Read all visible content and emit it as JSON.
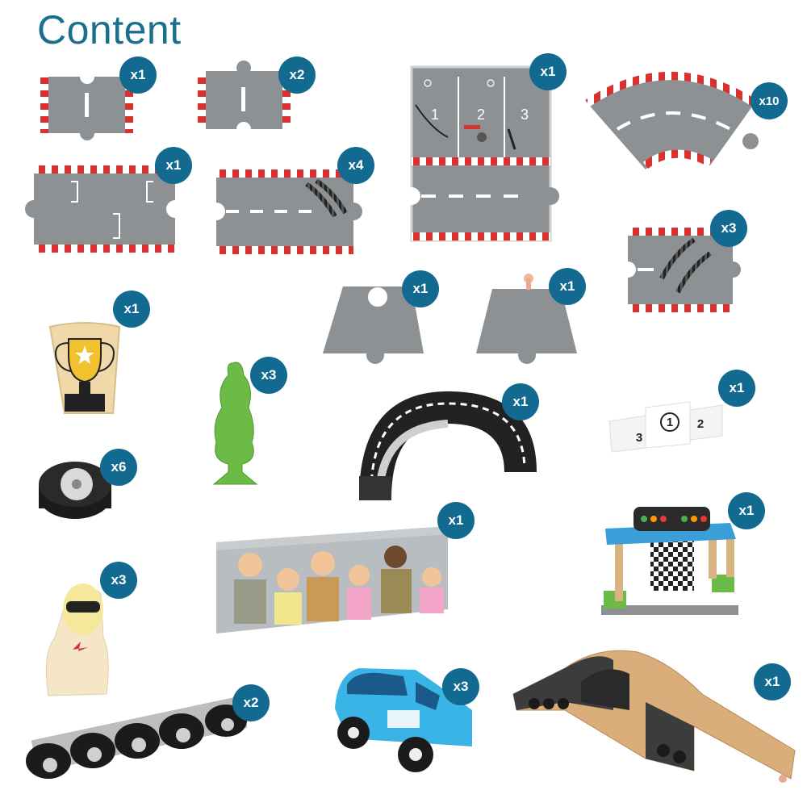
{
  "title": "Content",
  "colors": {
    "accent": "#126a91",
    "title": "#1b6f8e",
    "track": "#8d9193",
    "curb_red": "#d8322e"
  },
  "items": [
    {
      "name": "short-straight-track",
      "qty": "x1"
    },
    {
      "name": "short-straight-track-double",
      "qty": "x2"
    },
    {
      "name": "start-grid-track",
      "qty": "x1"
    },
    {
      "name": "straight-track-skid-marks",
      "qty": "x4"
    },
    {
      "name": "pit-lane-track",
      "qty": "x1"
    },
    {
      "name": "curved-track",
      "qty": "x10"
    },
    {
      "name": "curve-skid-track",
      "qty": "x3"
    },
    {
      "name": "ramp-connector-left",
      "qty": "x1"
    },
    {
      "name": "ramp-connector-right",
      "qty": "x1"
    },
    {
      "name": "trophy-block",
      "qty": "x1"
    },
    {
      "name": "tree",
      "qty": "x3"
    },
    {
      "name": "tire-arch",
      "qty": "x1"
    },
    {
      "name": "podium",
      "qty": "x1"
    },
    {
      "name": "tire",
      "qty": "x6"
    },
    {
      "name": "spectator-panel",
      "qty": "x1"
    },
    {
      "name": "start-gantry",
      "qty": "x1"
    },
    {
      "name": "driver-figure",
      "qty": "x3"
    },
    {
      "name": "tire-barrier",
      "qty": "x2"
    },
    {
      "name": "race-car",
      "qty": "x3"
    },
    {
      "name": "bridge-ramp",
      "qty": "x1"
    }
  ],
  "pit_numbers": [
    "1",
    "2",
    "3"
  ],
  "podium_numbers": [
    "3",
    "1",
    "2"
  ]
}
